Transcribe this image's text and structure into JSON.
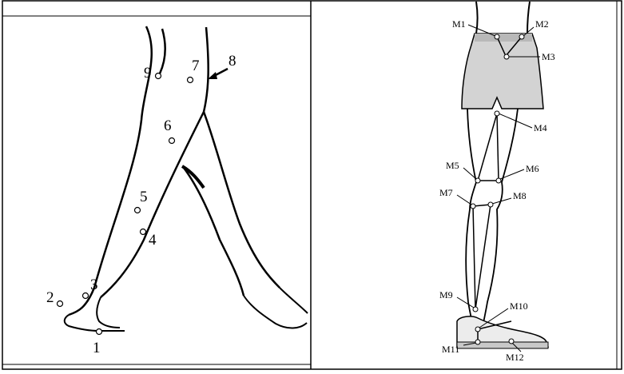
{
  "left_panel": {
    "markers": [
      {
        "id": "1",
        "label": "1"
      },
      {
        "id": "2",
        "label": "2"
      },
      {
        "id": "3",
        "label": "3"
      },
      {
        "id": "4",
        "label": "4"
      },
      {
        "id": "5",
        "label": "5"
      },
      {
        "id": "6",
        "label": "6"
      },
      {
        "id": "7",
        "label": "7"
      },
      {
        "id": "8",
        "label": "8"
      },
      {
        "id": "9",
        "label": "9"
      }
    ]
  },
  "right_panel": {
    "markers": [
      {
        "id": "M1",
        "label": "M1"
      },
      {
        "id": "M2",
        "label": "M2"
      },
      {
        "id": "M3",
        "label": "M3"
      },
      {
        "id": "M4",
        "label": "M4"
      },
      {
        "id": "M5",
        "label": "M5"
      },
      {
        "id": "M6",
        "label": "M6"
      },
      {
        "id": "M7",
        "label": "M7"
      },
      {
        "id": "M8",
        "label": "M8"
      },
      {
        "id": "M9",
        "label": "M9"
      },
      {
        "id": "M10",
        "label": "M10"
      },
      {
        "id": "M11",
        "label": "M11"
      },
      {
        "id": "M12",
        "label": "M12"
      }
    ]
  },
  "colors": {
    "line": "#000000",
    "shorts_fill": "#d3d3d3",
    "waistband": "#b8b8b8",
    "shoe_fill": "#ececec"
  }
}
